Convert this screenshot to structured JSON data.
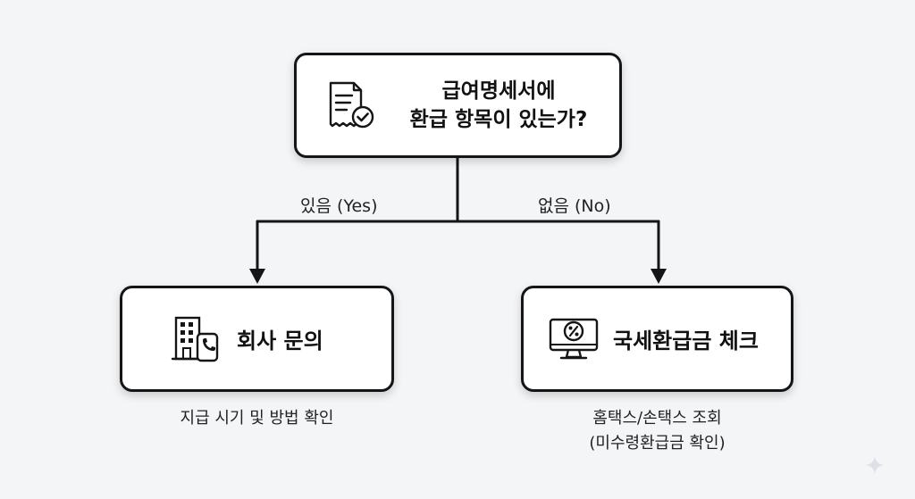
{
  "root": {
    "line1": "급여명세서에",
    "line2": "환급 항목이 있는가?",
    "icon": "receipt-check-icon"
  },
  "edges": {
    "yes_label": "있음 (Yes)",
    "no_label": "없음 (No)"
  },
  "left": {
    "title": "회사 문의",
    "icon": "building-phone-icon",
    "caption": "지급 시기 및 방법 확인"
  },
  "right": {
    "title": "국세환급금 체크",
    "icon": "monitor-percent-icon",
    "caption_line1": "홈택스/손택스 조회",
    "caption_line2": "(미수령환급금 확인)"
  },
  "colors": {
    "background": "#f3f5f7",
    "stroke": "#151515",
    "node_fill": "#ffffff"
  }
}
